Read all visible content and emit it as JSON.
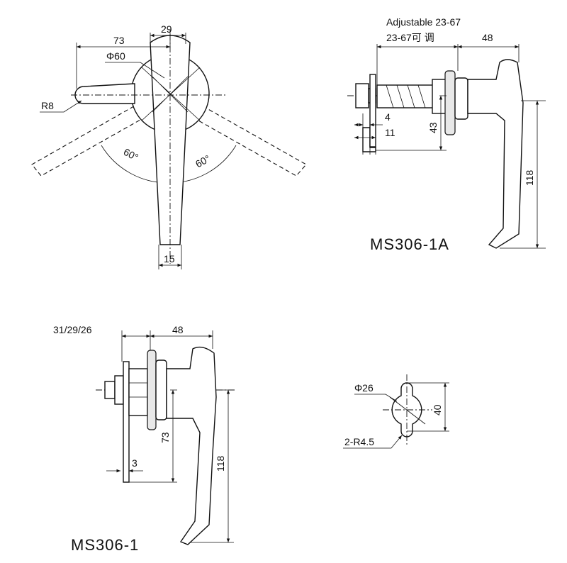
{
  "top_view": {
    "dim_73": "73",
    "dim_29": "29",
    "dim_phi60": "Φ60",
    "dim_r8": "R8",
    "angle_left": "60°",
    "angle_right": "60°",
    "dim_15": "15"
  },
  "side_1a": {
    "adjustable_label": "Adjustable 23-67",
    "adjustable_cn_label": "23-67可 调",
    "dim_48": "48",
    "dim_4": "4",
    "dim_11": "11",
    "dim_43": "43",
    "dim_118": "118",
    "model": "MS306-1A"
  },
  "side_1": {
    "dim_312926": "31/29/26",
    "dim_48": "48",
    "dim_73": "73",
    "dim_3": "3",
    "dim_118": "118",
    "model": "MS306-1"
  },
  "cutout": {
    "dim_phi26": "Φ26",
    "dim_40": "40",
    "dim_2r45": "2-R4.5"
  }
}
